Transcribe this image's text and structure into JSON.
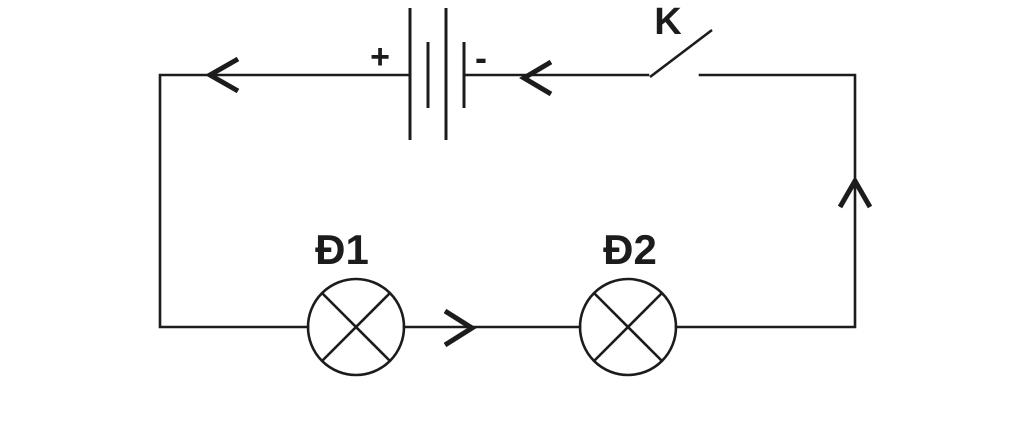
{
  "diagram": {
    "battery": {
      "positive_label": "+",
      "negative_label": "-"
    },
    "switch": {
      "label": "K",
      "state": "open"
    },
    "lamps": [
      {
        "label": "Đ1"
      },
      {
        "label": "Đ2"
      }
    ],
    "current_arrows": [
      {
        "icon": "arrow-left-icon",
        "location": "top-wire-left"
      },
      {
        "icon": "arrow-left-icon",
        "location": "top-wire-right-of-battery"
      },
      {
        "icon": "arrow-up-icon",
        "location": "right-wire"
      },
      {
        "icon": "arrow-right-icon",
        "location": "bottom-wire"
      }
    ],
    "colors": {
      "wire": "#1c1c1c",
      "background": "#ffffff"
    }
  }
}
